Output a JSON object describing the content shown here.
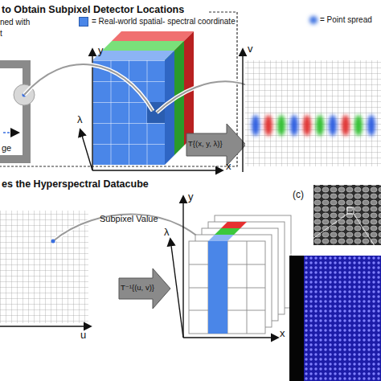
{
  "diagram": {
    "labels": [
      "to Obtain Subpixel Detector Locations",
      "ned with",
      "t",
      "y",
      "λ",
      "x",
      "v",
      "ge",
      "T{(x, y, λ)}",
      "es the Hyperspectral Datacube",
      "Subpixel Value",
      "T⁻¹{(u, v)}",
      "λ",
      "y",
      "x",
      "u",
      "(c)"
    ],
    "legend": [
      {
        "text": "= Real-world spatial- spectral coordinate",
        "color": "#4a86e8"
      },
      {
        "text": "= Point spread"
      }
    ]
  }
}
